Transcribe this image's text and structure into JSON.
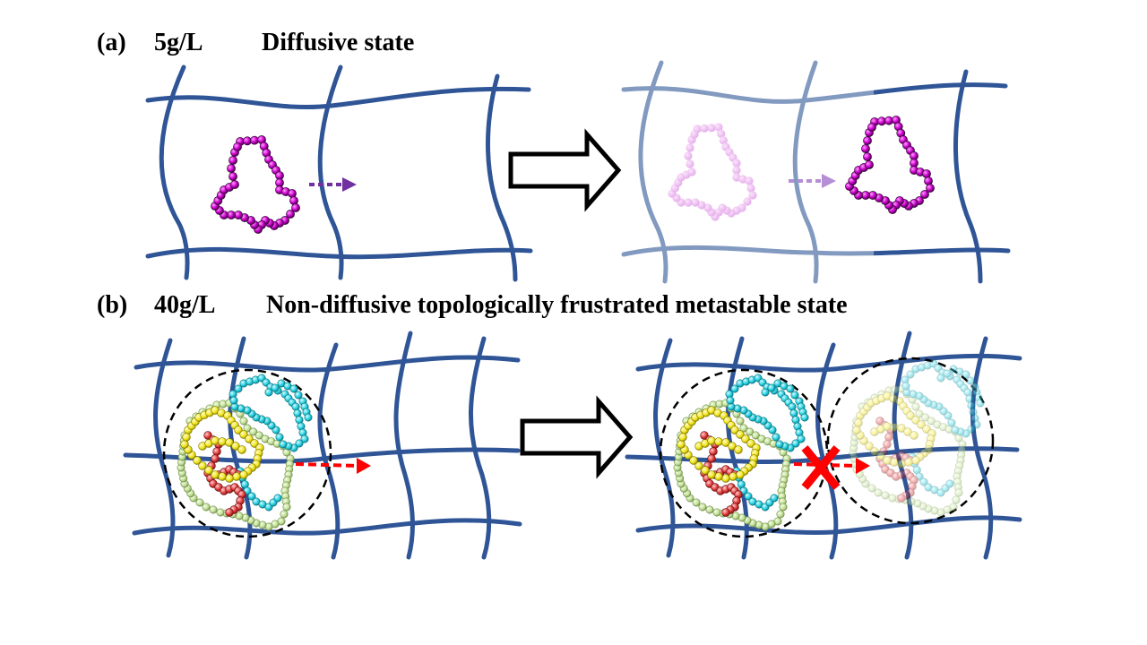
{
  "panel_a": {
    "tag": "(a)",
    "concentration": "5g/L",
    "state": "Diffusive state"
  },
  "panel_b": {
    "tag": "(b)",
    "concentration": "40g/L",
    "state": "Non-diffusive topologically frustrated metastable state"
  },
  "colors": {
    "network": "#2f5597",
    "ring_single": "#cc00cc",
    "ring_single_faded": "#e9a6ef",
    "arrow_a": "#7030a0",
    "arrow_b": "#ff0000",
    "block_mark": "#ff0000",
    "ring_cyan": "#22d0e0",
    "ring_yellow": "#f2e61e",
    "ring_red": "#e03838",
    "ring_green": "#c4e09a"
  },
  "icons": {
    "transition": "hollow-right-arrow-icon",
    "blocked": "x-mark-icon"
  }
}
